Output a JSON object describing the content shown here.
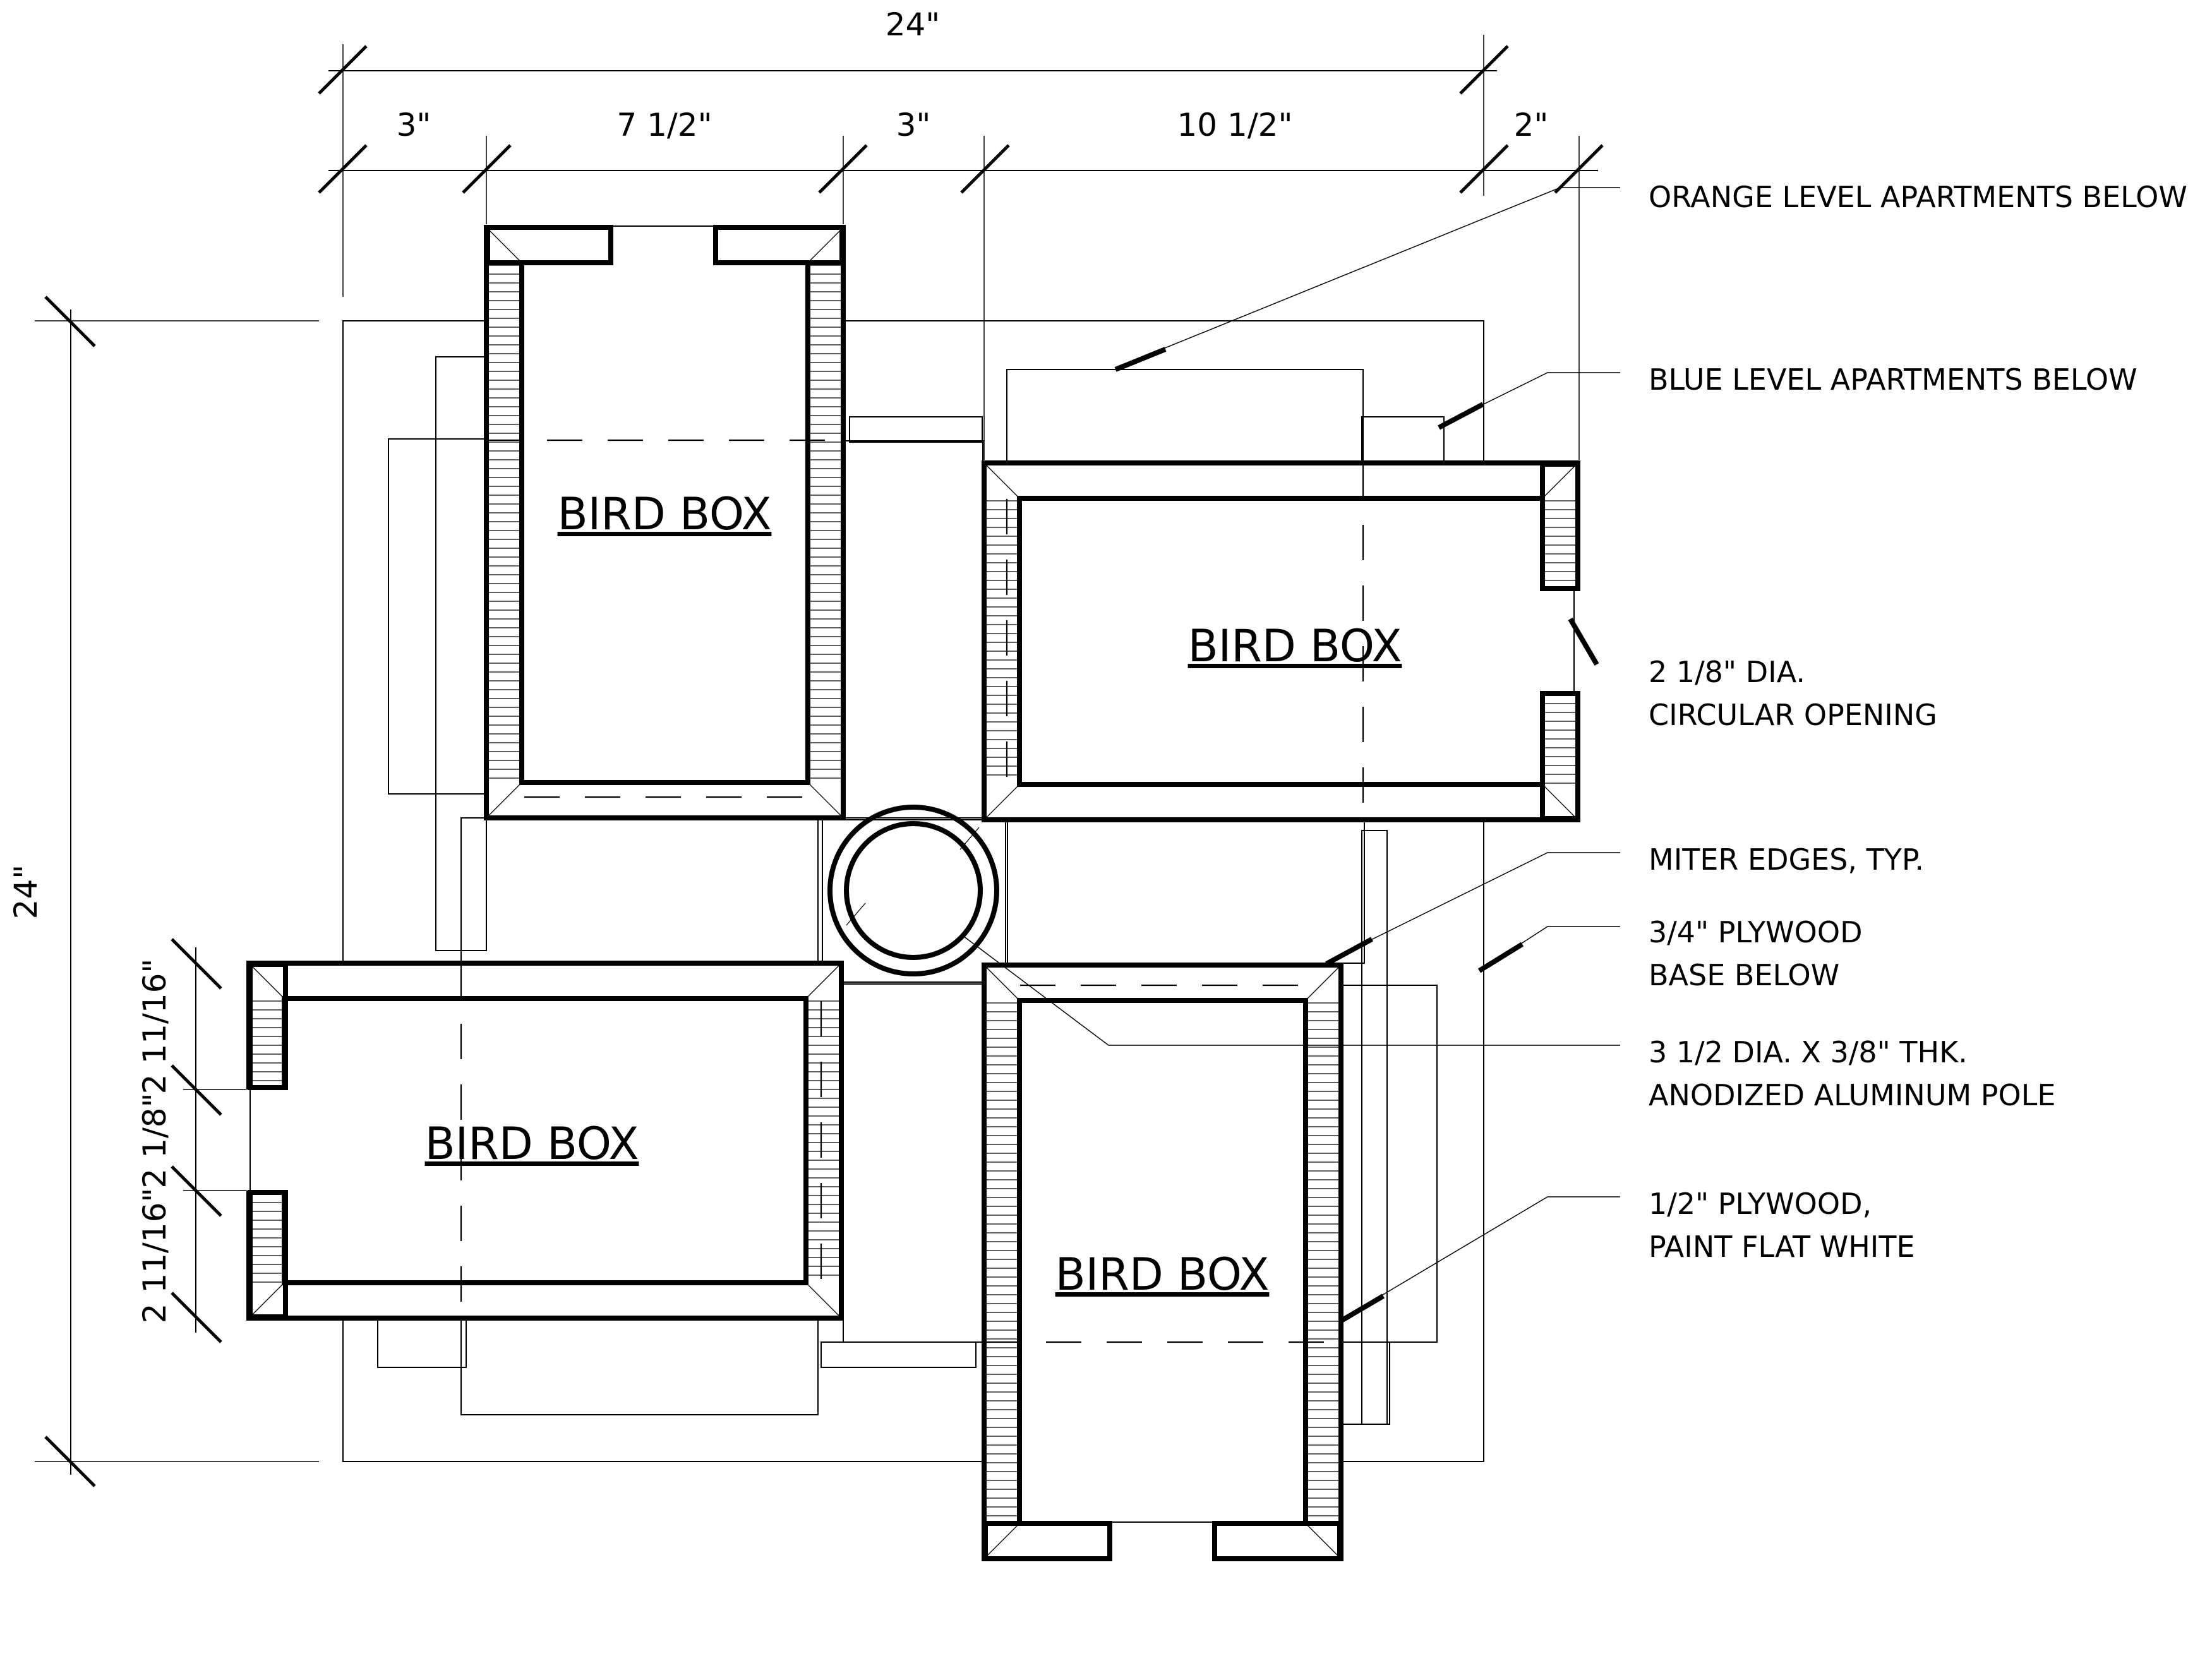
{
  "dimensions": {
    "overall_width": "24\"",
    "overall_height": "24\"",
    "segments": [
      "3\"",
      "7 1/2\"",
      "3\"",
      "10 1/2\"",
      "2\""
    ],
    "side": [
      "2 11/16\"",
      "2 1/8\"",
      "2 11/16\""
    ]
  },
  "boxes": {
    "box_a": "BIRD BOX",
    "box_b": "BIRD BOX",
    "box_c": "BIRD BOX",
    "box_d": "BIRD BOX"
  },
  "notes": {
    "orange": "ORANGE LEVEL APARTMENTS BELOW",
    "blue": "BLUE LEVEL APARTMENTS BELOW",
    "opening_1": "2 1/8\" DIA.",
    "opening_2": "CIRCULAR OPENING",
    "miter": "MITER EDGES, TYP.",
    "base_1": "3/4\" PLYWOOD",
    "base_2": "BASE BELOW",
    "pole_1": "3 1/2 DIA. X 3/8\" THK.",
    "pole_2": "ANODIZED ALUMINUM POLE",
    "ply_1": "1/2\" PLYWOOD,",
    "ply_2": "PAINT FLAT WHITE"
  }
}
